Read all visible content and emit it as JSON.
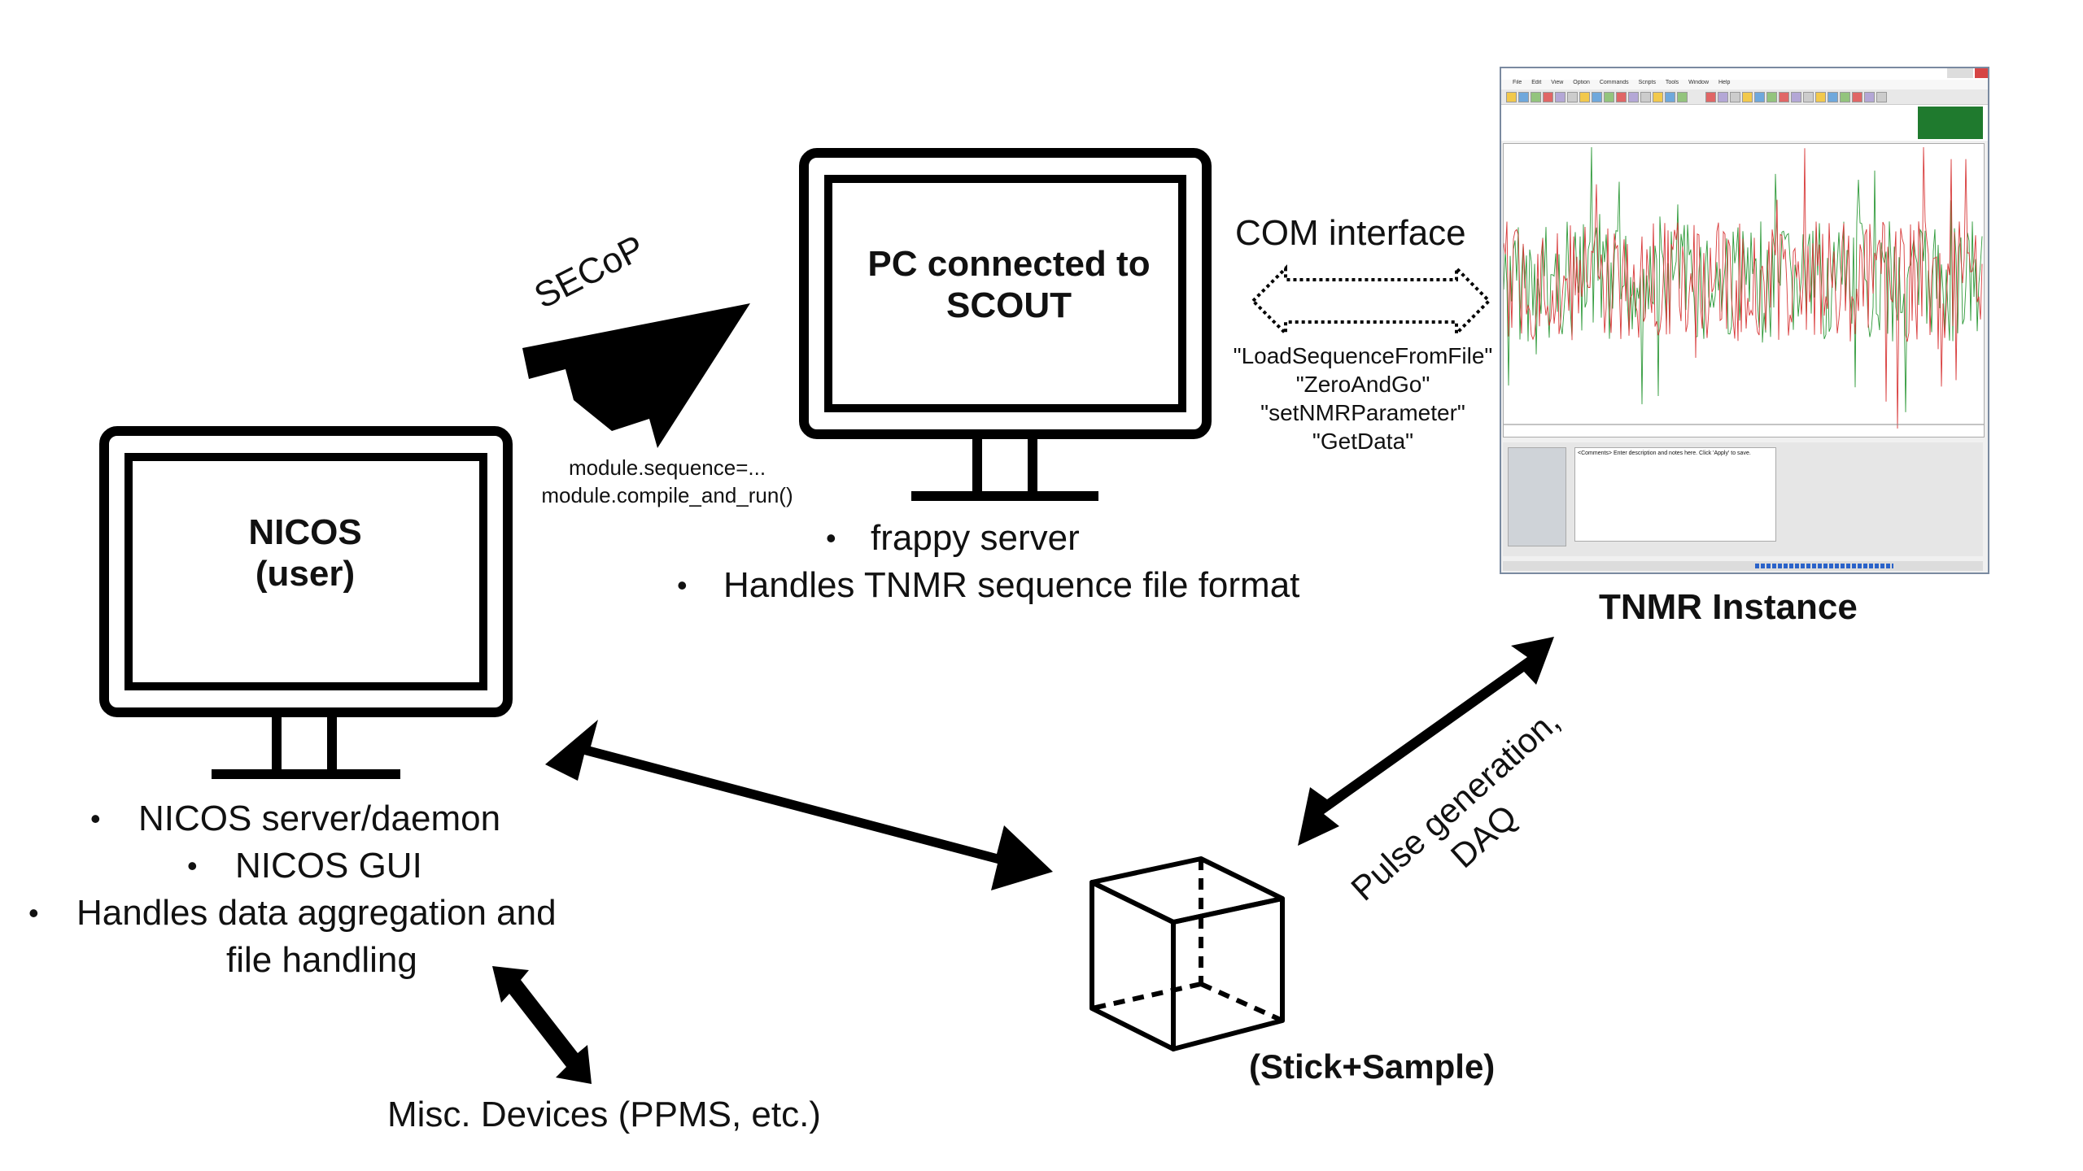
{
  "nodes": {
    "pc": {
      "title_line1": "PC connected to",
      "title_line2": "SCOUT",
      "bullets": [
        "frappy server",
        "Handles TNMR sequence file format"
      ]
    },
    "nicos": {
      "title_line1": "NICOS",
      "title_line2": "(user)",
      "bullets": [
        "NICOS server/daemon",
        "NICOS GUI",
        "Handles data aggregation and",
        "file handling"
      ]
    },
    "tnmr": {
      "title": "TNMR Instance"
    },
    "stick": {
      "label": "(Stick+Sample)"
    },
    "misc": {
      "label": "Misc. Devices (PPMS, etc.)"
    }
  },
  "edges": {
    "secop": {
      "label": "SECoP",
      "commands": [
        "module.sequence=...",
        "module.compile_and_run()"
      ]
    },
    "com": {
      "label": "COM interface",
      "commands": [
        "\"LoadSequenceFromFile\"",
        "\"ZeroAndGo\"",
        "\"setNMRParameter\"",
        "\"GetData\""
      ]
    },
    "pulse": {
      "label_line1": "Pulse generation,",
      "label_line2": "DAQ"
    }
  },
  "tnmr_screenshot": {
    "menu": [
      "File",
      "Edit",
      "View",
      "Option",
      "Commands",
      "Scripts",
      "Tools",
      "Window",
      "Help"
    ],
    "bottom_text": "<Comments> Enter description and notes here. Click 'Apply' to save.",
    "colors": {
      "trace_real": "#d83a3a",
      "trace_imag": "#2f9a3a"
    }
  },
  "colors": {
    "ink": "#000000",
    "background": "#ffffff"
  }
}
